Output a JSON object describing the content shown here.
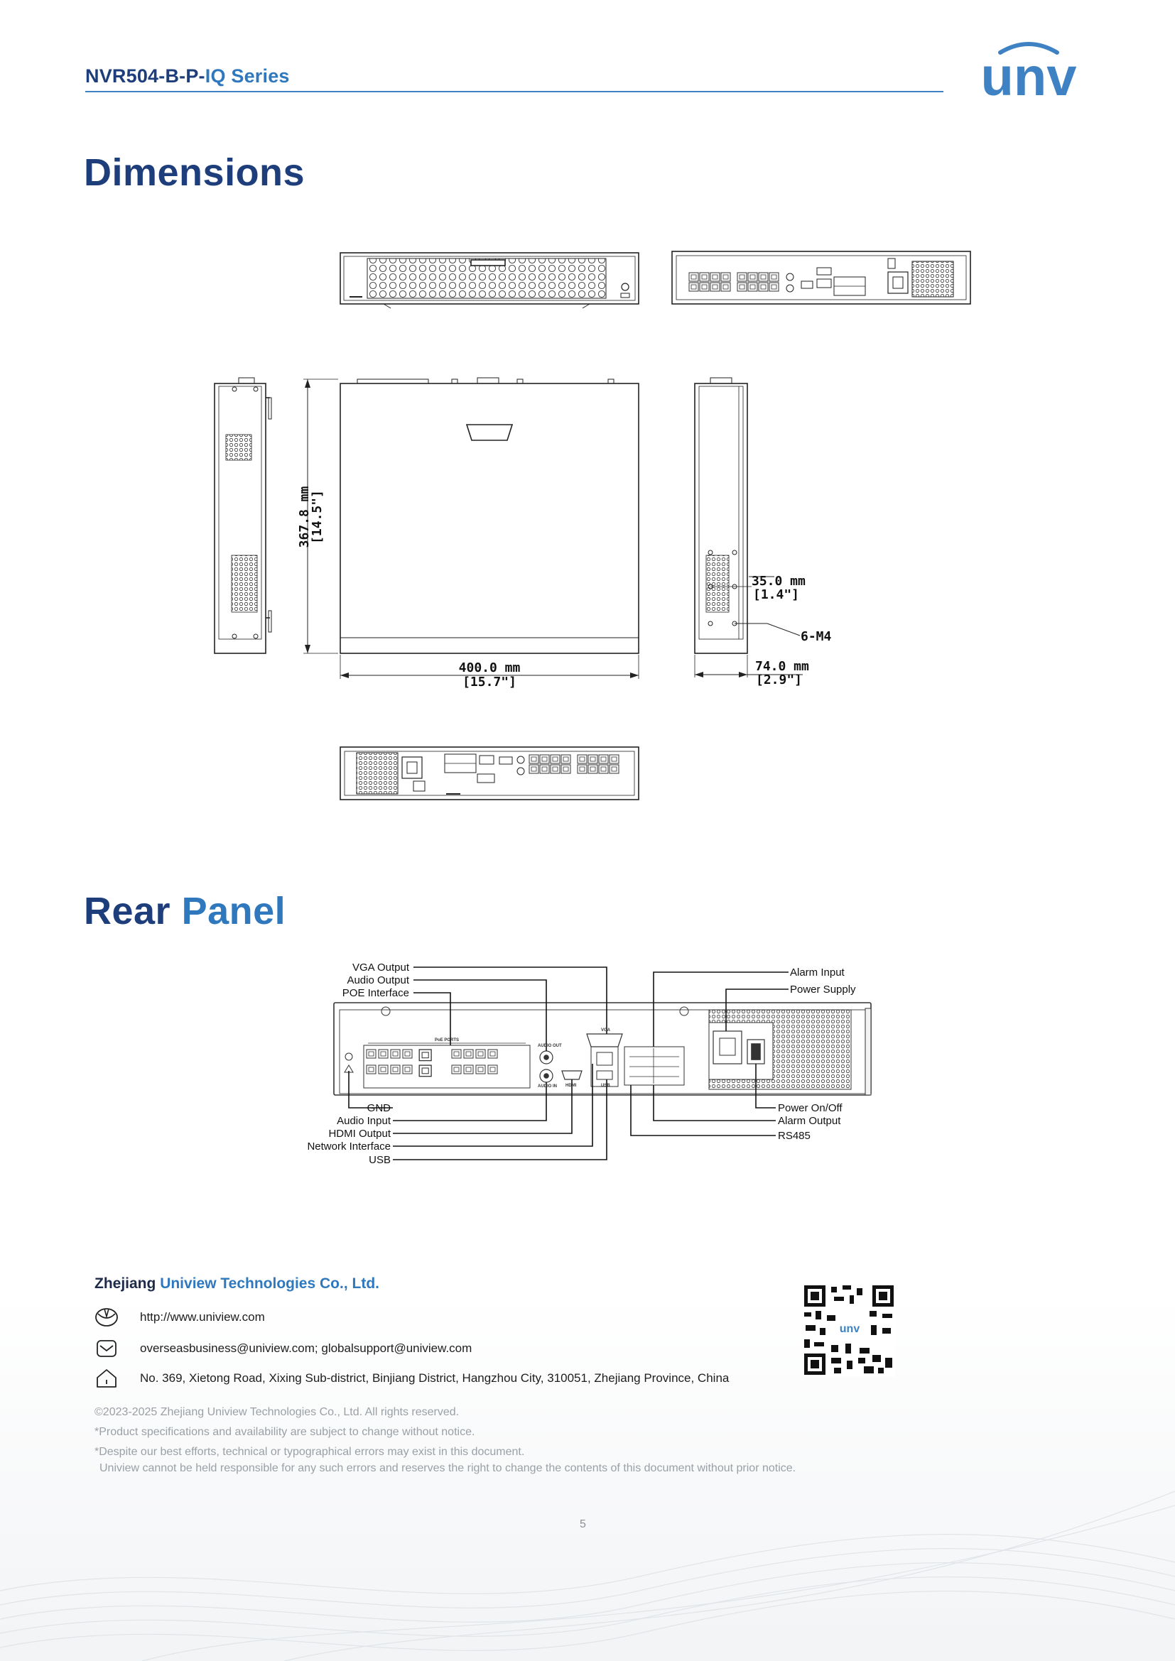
{
  "header": {
    "series_prefix": "NVR504-B-P-",
    "series_suffix": "IQ Series",
    "logo_text": "unv"
  },
  "sections": {
    "dimensions": {
      "title": "Dimensions"
    },
    "rear_panel": {
      "title_a": "Rear",
      "title_b": "Panel"
    }
  },
  "dimensions_drawing": {
    "height_mm": "367.8 mm",
    "height_in": "[14.5\"]",
    "width_mm": "400.0 mm",
    "width_in": "[15.7\"]",
    "depth_mm": "35.0 mm",
    "depth_in": "[1.4\"]",
    "screw": "6-M4",
    "side_mm": "74.0 mm",
    "side_in": "[2.9\"]"
  },
  "rear_panel_callouts": {
    "left_top": [
      "VGA Output",
      "Audio Output",
      "POE Interface"
    ],
    "right_top": [
      "Alarm Input",
      "Power Supply"
    ],
    "left_bottom": [
      "GND",
      "Audio Input",
      "HDMI Output",
      "Network Interface",
      "USB"
    ],
    "right_bottom": [
      "Power On/Off",
      "Alarm Output",
      "RS485"
    ],
    "panel_labels": {
      "poe": "PoE PORTS",
      "audio_out": "AUDIO OUT",
      "audio_in": "AUDIO IN",
      "vga": "VGA",
      "hdmi": "HDMI",
      "usb": "USB"
    }
  },
  "footer": {
    "company_a": "Zhejiang",
    "company_b": "Uniview Technologies",
    "company_c": "Co., Ltd.",
    "website": "http://www.uniview.com",
    "emails": "overseasbusiness@uniview.com; globalsupport@uniview.com",
    "address": "No. 369, Xietong Road, Xixing Sub-district, Binjiang District, Hangzhou City, 310051, Zhejiang Province, China",
    "copyright": "©2023-2025 Zhejiang Uniview Technologies Co., Ltd. All rights reserved.",
    "spec_notice": "*Product specifications and availability are subject to change without notice.",
    "errors_notice_1": "*Despite our best efforts, technical or typographical errors may exist in this document.",
    "errors_notice_2": "Uniview cannot be held responsible for any such errors and reserves the right to change the contents of this document without prior notice.",
    "qr_logo": "unv",
    "page_number": "5"
  },
  "colors": {
    "brand_dark": "#1e3d7b",
    "brand_blue": "#2f78bd",
    "rule": "#3f82c4"
  }
}
